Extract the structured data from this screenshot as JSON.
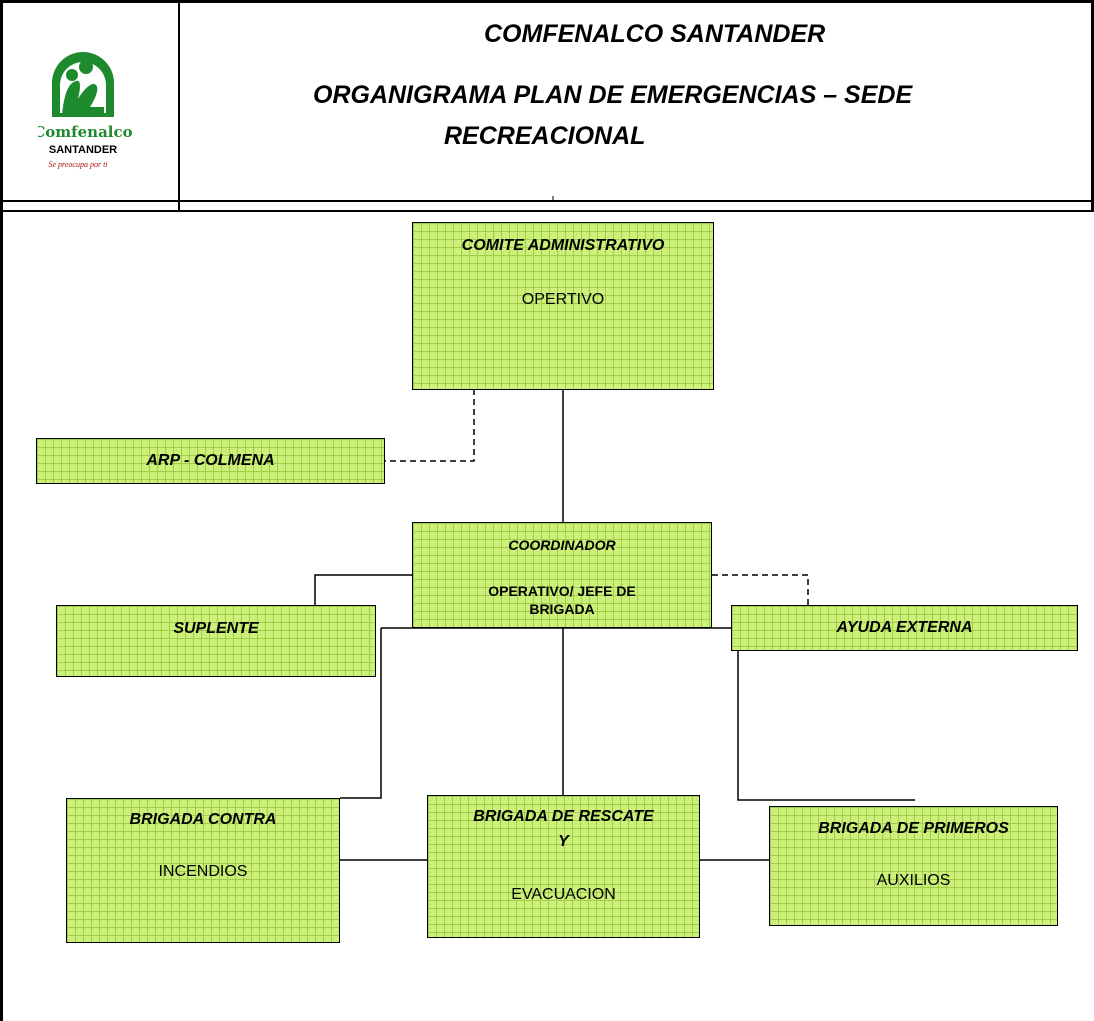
{
  "header": {
    "logo": {
      "name": "Comfenalco",
      "region": "SANTANDER",
      "slogan": "Se preocupa por ti",
      "icon": "family-arch-logo"
    },
    "title_line1": "COMFENALCO SANTANDER",
    "title_line2": "ORGANIGRAMA PLAN DE EMERGENCIAS – SEDE",
    "title_line3": "RECREACIONAL"
  },
  "org_chart": {
    "fill_color": "#cdf07a",
    "grid_color": "#9fcf4a",
    "nodes": {
      "comite": {
        "title": "COMITE ADMINISTRATIVO",
        "subtitle": "OPERTIVO"
      },
      "arp": {
        "title": "ARP - COLMENA"
      },
      "coordinador": {
        "title": "COORDINADOR",
        "subtitle_line1": "OPERATIVO/ JEFE DE",
        "subtitle_line2": "BRIGADA"
      },
      "suplente": {
        "title": "SUPLENTE"
      },
      "ayuda_externa": {
        "title": "AYUDA EXTERNA"
      },
      "brigada_incendios": {
        "title": "BRIGADA CONTRA",
        "subtitle": "INCENDIOS"
      },
      "brigada_rescate": {
        "title_line1": "BRIGADA DE RESCATE",
        "title_line2": "Y",
        "subtitle": "EVACUACION"
      },
      "brigada_auxilios": {
        "title": "BRIGADA DE PRIMEROS",
        "subtitle": "AUXILIOS"
      }
    },
    "connections": [
      {
        "from": "comite",
        "to": "arp",
        "style": "dashed"
      },
      {
        "from": "comite",
        "to": "coordinador",
        "style": "solid"
      },
      {
        "from": "coordinador",
        "to": "suplente",
        "style": "solid"
      },
      {
        "from": "coordinador",
        "to": "ayuda_externa",
        "style": "dashed"
      },
      {
        "from": "coordinador",
        "to": "brigada_incendios",
        "style": "solid"
      },
      {
        "from": "coordinador",
        "to": "brigada_rescate",
        "style": "solid"
      },
      {
        "from": "coordinador",
        "to": "brigada_auxilios",
        "style": "solid"
      },
      {
        "from": "brigada_incendios",
        "to": "brigada_rescate",
        "style": "solid"
      },
      {
        "from": "brigada_rescate",
        "to": "brigada_auxilios",
        "style": "solid"
      }
    ]
  }
}
